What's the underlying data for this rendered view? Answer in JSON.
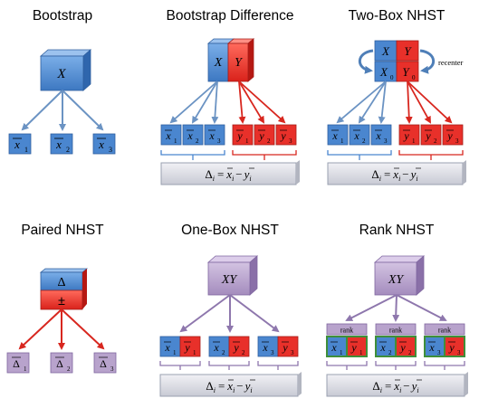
{
  "titles": {
    "bootstrap": "Bootstrap",
    "bootstrap_difference": "Bootstrap Difference",
    "two_box": "Two-Box NHST",
    "paired": "Paired NHST",
    "one_box": "One-Box NHST",
    "rank": "Rank NHST"
  },
  "labels": {
    "X": "X",
    "Y": "Y",
    "XY": "XY",
    "delta": "Δ",
    "plusminus": "±",
    "recenter": "recenter",
    "rank": "rank",
    "formula_lhs": "Δ",
    "formula_eq": "=",
    "formula_minus": "−",
    "sub_i": "i",
    "sub_0": "0",
    "x": "x",
    "y": "y",
    "n1": "1",
    "n2": "2",
    "n3": "3"
  },
  "colors": {
    "blue": "#4a86cf",
    "red": "#e8302a",
    "purple": "#b8a3cc",
    "green_outline": "#3f8f3a",
    "arrow_blue": "#6b93c3",
    "arrow_red": "#d8271f",
    "arrow_purple": "#8e77ad"
  }
}
